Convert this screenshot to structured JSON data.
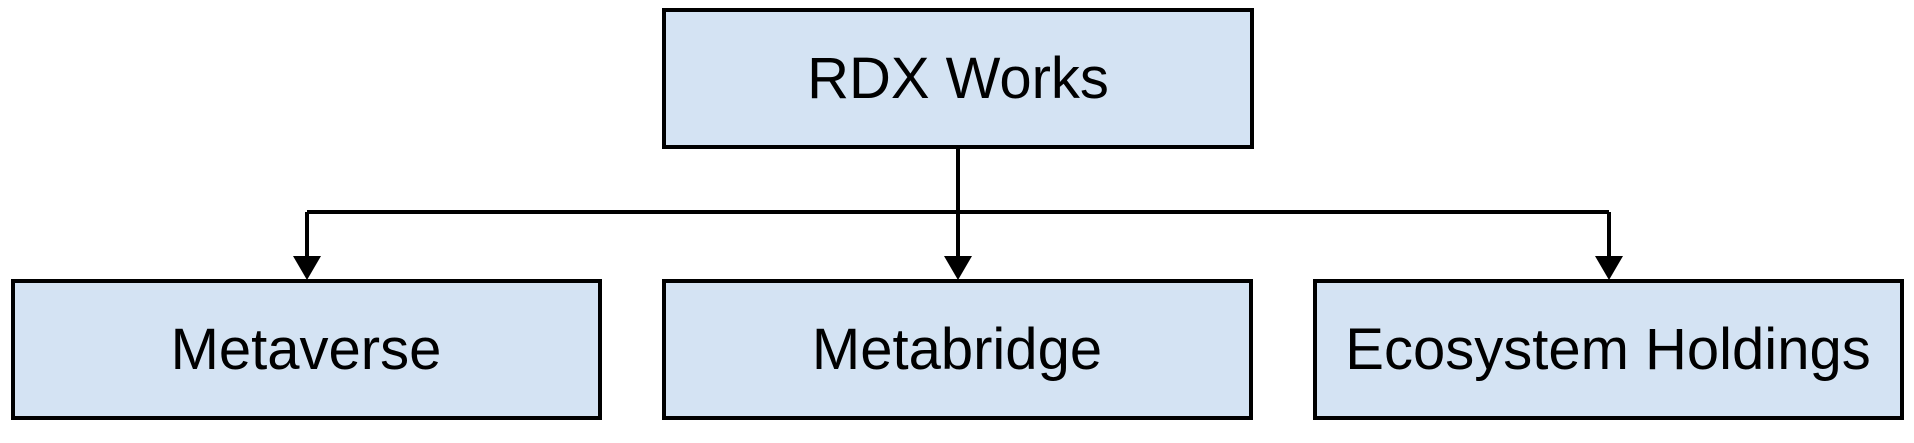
{
  "diagram": {
    "type": "org-chart",
    "colors": {
      "node_fill": "#d4e3f3",
      "node_stroke": "#000000",
      "edge_stroke": "#000000"
    },
    "root": {
      "label": "RDX Works"
    },
    "children": [
      {
        "label": "Metaverse"
      },
      {
        "label": "Metabridge"
      },
      {
        "label": "Ecosystem Holdings"
      }
    ],
    "edges": [
      {
        "from": "RDX Works",
        "to": "Metaverse"
      },
      {
        "from": "RDX Works",
        "to": "Metabridge"
      },
      {
        "from": "RDX Works",
        "to": "Ecosystem Holdings"
      }
    ]
  }
}
